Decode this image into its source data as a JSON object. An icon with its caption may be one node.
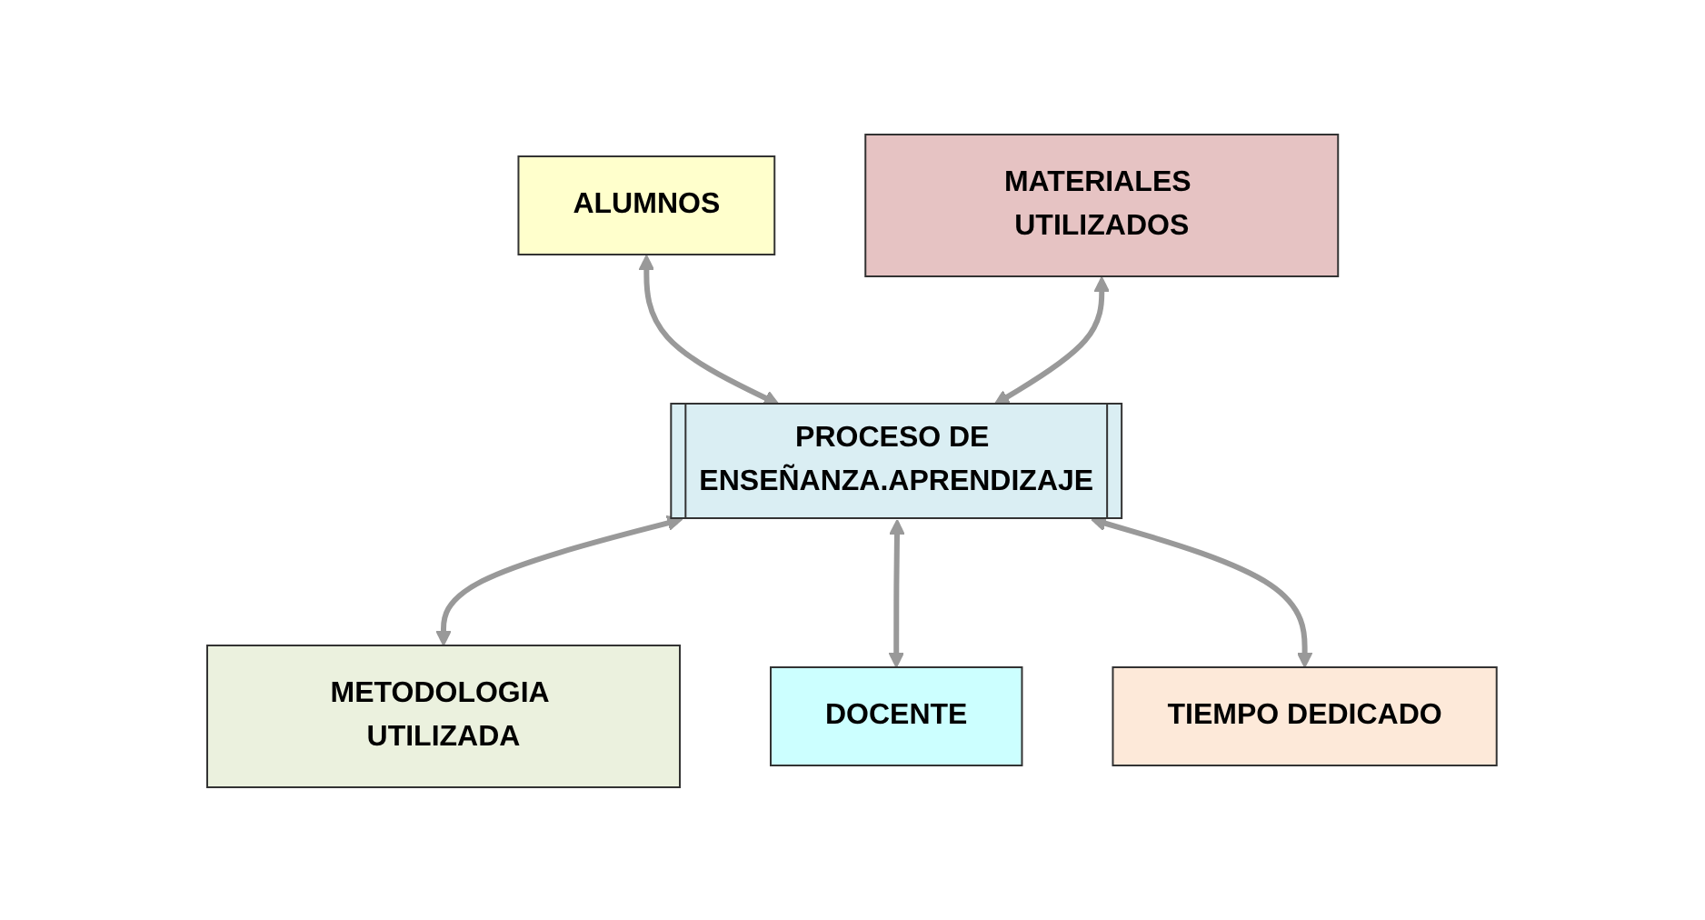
{
  "diagram": {
    "nodes": [
      {
        "text": [
          "ALUMNOS"
        ]
      },
      {
        "text": [
          "MATERIALES UTILIZADOS"
        ]
      },
      {
        "text": [
          "PROCESO DE ENSEÑANZA.APRENDIZAJE"
        ]
      },
      {
        "text": [
          "METODOLOGIA UTILIZADA"
        ]
      },
      {
        "text": [
          "DOCENTE"
        ]
      },
      {
        "text": [
          "TIEMPO DEDICADO"
        ]
      }
    ],
    "edges": [
      {
        "from": 0,
        "to": 2,
        "arrow": "both"
      },
      {
        "from": 1,
        "to": 2,
        "arrow": "both"
      },
      {
        "from": 2,
        "to": 3,
        "arrow": "both"
      },
      {
        "from": 2,
        "to": 4,
        "arrow": "both"
      },
      {
        "from": 2,
        "to": 5,
        "arrow": "both"
      }
    ]
  }
}
